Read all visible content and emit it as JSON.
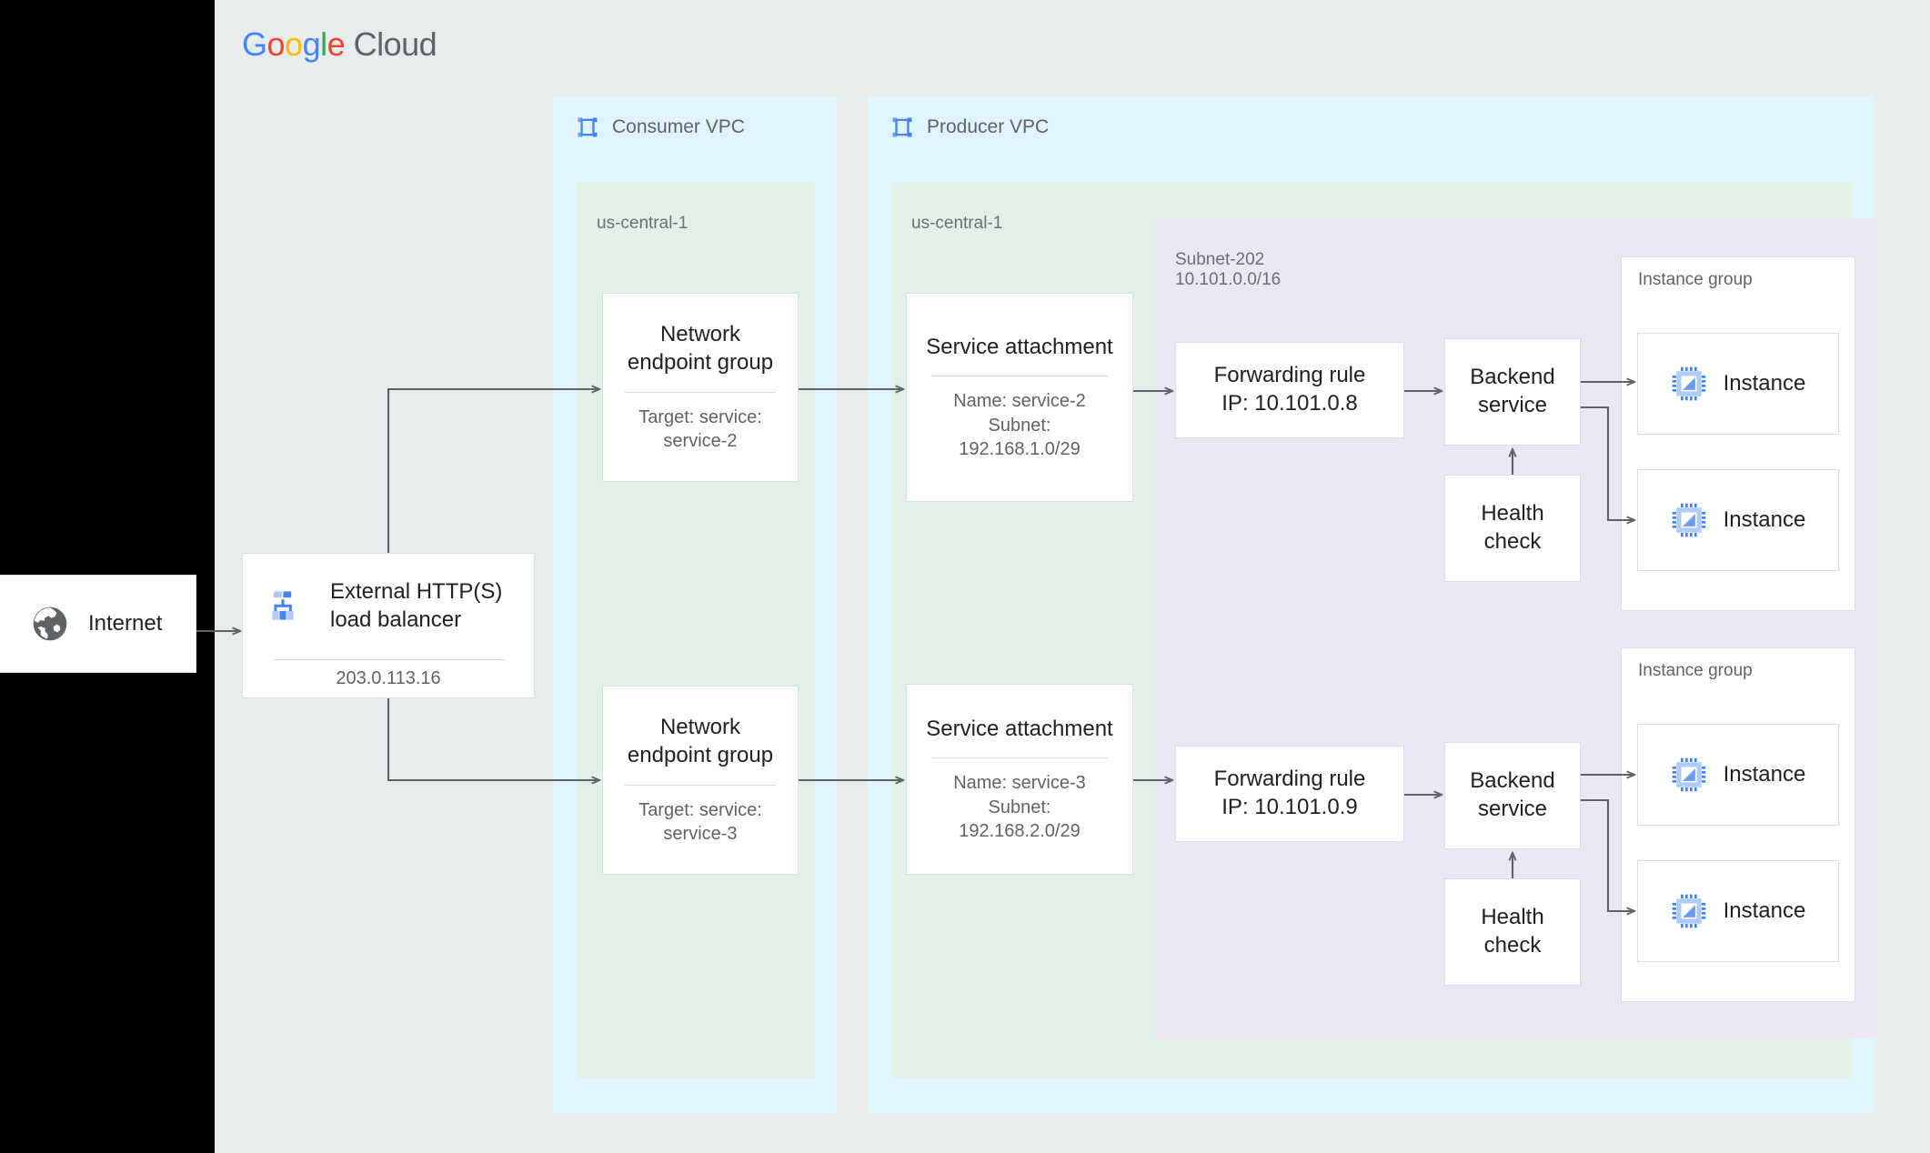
{
  "brand": {
    "google": [
      "G",
      "o",
      "o",
      "g",
      "l",
      "e"
    ],
    "cloud": "Cloud"
  },
  "internet": {
    "label": "Internet",
    "icon": "globe-icon"
  },
  "load_balancer": {
    "title": "External HTTP(S)\nload balancer",
    "ip": "203.0.113.16",
    "icon": "load-balancer-icon"
  },
  "consumer_vpc": {
    "label": "Consumer VPC",
    "icon": "vpc-icon",
    "region": "us-central-1",
    "negs": [
      {
        "title": "Network\nendpoint group",
        "sub": "Target: service:\nservice-2"
      },
      {
        "title": "Network\nendpoint group",
        "sub": "Target: service:\nservice-3"
      }
    ]
  },
  "producer_vpc": {
    "label": "Producer VPC",
    "icon": "vpc-icon",
    "region": "us-central-1",
    "subnet": {
      "name": "Subnet-202",
      "cidr": "10.101.0.0/16"
    },
    "service_attachments": [
      {
        "title": "Service attachment",
        "sub": "Name: service-2\nSubnet:\n192.168.1.0/29"
      },
      {
        "title": "Service attachment",
        "sub": "Name: service-3\nSubnet:\n192.168.2.0/29"
      }
    ],
    "forwarding_rules": [
      {
        "title": "Forwarding rule\nIP: 10.101.0.8"
      },
      {
        "title": "Forwarding rule\nIP: 10.101.0.9"
      }
    ],
    "backend_services": [
      {
        "title": "Backend\nservice"
      },
      {
        "title": "Backend\nservice"
      }
    ],
    "health_checks": [
      {
        "title": "Health\ncheck"
      },
      {
        "title": "Health\ncheck"
      }
    ],
    "instance_groups": [
      {
        "label": "Instance group",
        "instances": [
          {
            "label": "Instance"
          },
          {
            "label": "Instance"
          }
        ]
      },
      {
        "label": "Instance group",
        "instances": [
          {
            "label": "Instance"
          },
          {
            "label": "Instance"
          }
        ]
      }
    ]
  },
  "colors": {
    "page": "#e8eced",
    "vpc": "#e1f3fd",
    "region": "#e2f1e8",
    "subnet": "#ece7f5",
    "accent_blue": "#4285f4",
    "icon_blue": "#669df6",
    "edge": "#5f6368",
    "card_border": "#dcdfe3"
  }
}
